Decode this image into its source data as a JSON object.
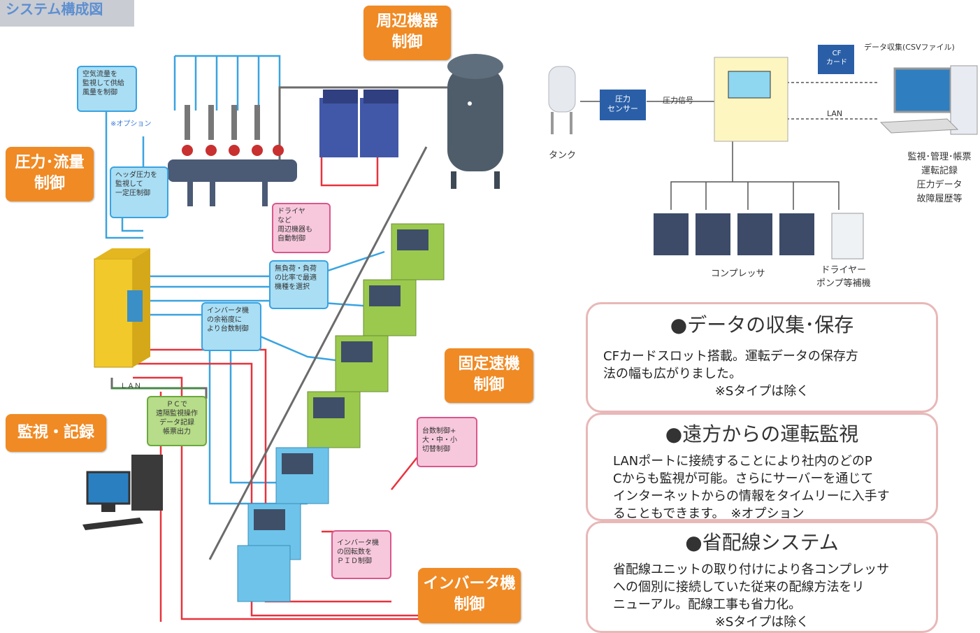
{
  "title": "システム構成図",
  "orange_labels": {
    "peripheral": [
      "周辺機器",
      "制御"
    ],
    "pressure": [
      "圧力･流量",
      "制御"
    ],
    "fixed": [
      "固定速機",
      "制御"
    ],
    "monitor": "監視・記録",
    "inverter": [
      "インバータ機",
      "制御"
    ]
  },
  "callouts": {
    "air_flow": [
      "空気流量を",
      "監視して供給",
      "風量を制御"
    ],
    "option": "※オプション",
    "header_pressure": [
      "ヘッダ圧力を",
      "監視して",
      "一定圧制御"
    ],
    "dryer": [
      "ドライヤ",
      "など",
      "周辺機器も",
      "自動制御"
    ],
    "load_ratio": [
      "無負荷・負荷",
      "の比率で最適",
      "機種を選択"
    ],
    "inverter_margin": [
      "インバータ機",
      "の余裕度に",
      "より台数制御"
    ],
    "pc": [
      "ＰＣで",
      "遠隔監視操作",
      "データ記録",
      "帳票出力"
    ],
    "lan": "ＬＡＮ",
    "count_control": [
      "台数制御+",
      "大・中・小",
      "切替制御"
    ],
    "inverter_pid": [
      "インバータ機",
      "の回転数を",
      "ＰＩＤ制御"
    ]
  },
  "right_diagram": {
    "data_collection": "データ収集(CSVファイル)",
    "cf_card": [
      "CF",
      "カード"
    ],
    "pressure_sensor": [
      "圧力",
      "センサー"
    ],
    "pressure_signal": "圧力信号",
    "lan": "LAN",
    "tank": "タンク",
    "compressor": "コンプレッサ",
    "dryer": [
      "ドライヤー",
      "ポンプ等補機"
    ],
    "pc_functions": [
      "監視･管理･帳票",
      "運転記録",
      "圧力データ",
      "故障履歴等"
    ]
  },
  "cards": [
    {
      "title": "●データの収集･保存",
      "lines": [
        "CFカードスロット搭載。運転データの保存方",
        "法の幅も広がりました。"
      ],
      "note": "※Sタイプは除く"
    },
    {
      "title": "●遠方からの運転監視",
      "lines": [
        "LANポートに接続することにより社内のどのP",
        "Cからも監視が可能。さらにサーバーを通じて",
        "インターネットからの情報をタイムリーに入手す",
        "ることもできます。　※オプション"
      ],
      "note": ""
    },
    {
      "title": "●省配線システム",
      "lines": [
        "省配線ユニットの取り付けにより各コンプレッサ",
        "への個別に接続していた従来の配線方法をリ",
        "ニューアル。配線工事も省力化。"
      ],
      "note": "※Sタイプは除く"
    }
  ],
  "colors": {
    "orange": "#f08a24",
    "blue_line": "#3aa3e0",
    "red_line": "#e8323c",
    "gray_line": "#6b6b6b",
    "green_unit": "#9bc94e",
    "blue_unit": "#6ec3ea",
    "yellow_panel": "#f2c92b"
  }
}
